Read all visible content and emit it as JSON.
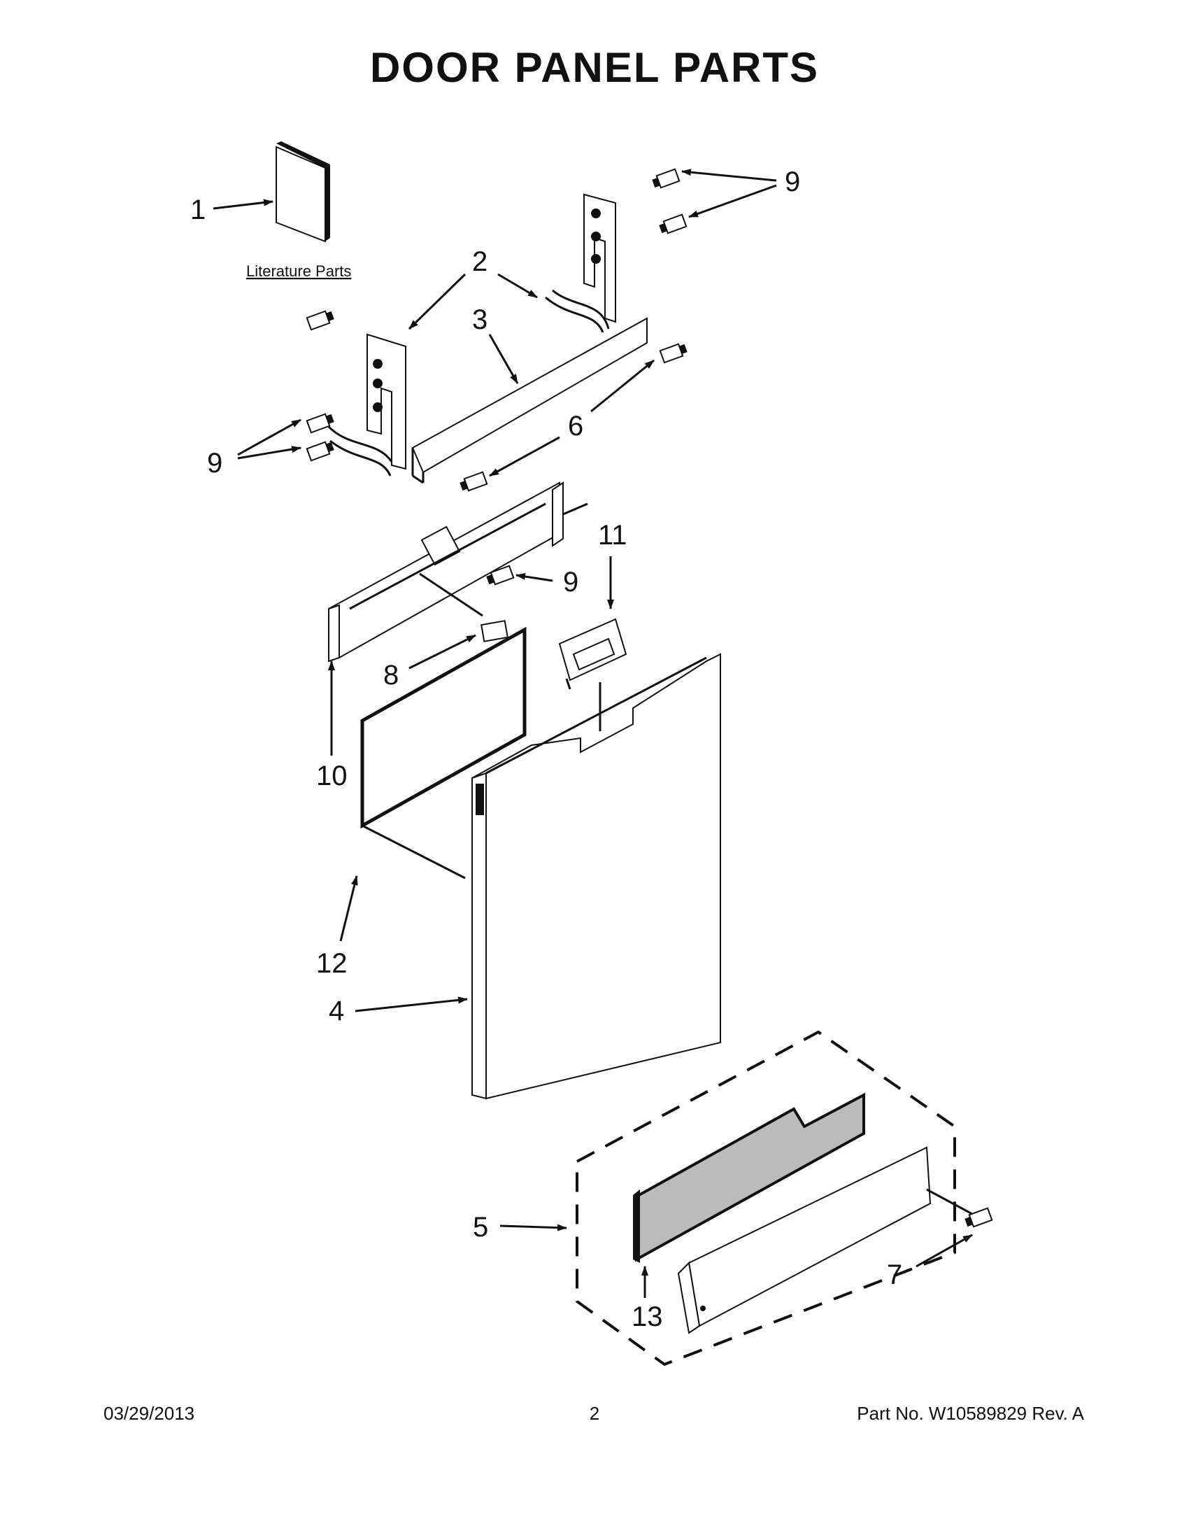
{
  "title": "DOOR PANEL PARTS",
  "literature_label": "Literature Parts",
  "callouts": {
    "c1": "1",
    "c2": "2",
    "c3": "3",
    "c4": "4",
    "c5": "5",
    "c6": "6",
    "c7": "7",
    "c8": "8",
    "c9a": "9",
    "c9b": "9",
    "c9c": "9",
    "c10": "10",
    "c11": "11",
    "c12": "12",
    "c13": "13"
  },
  "footer": {
    "date": "03/29/2013",
    "page": "2",
    "part": "Part No.  W10589829  Rev.  A"
  }
}
